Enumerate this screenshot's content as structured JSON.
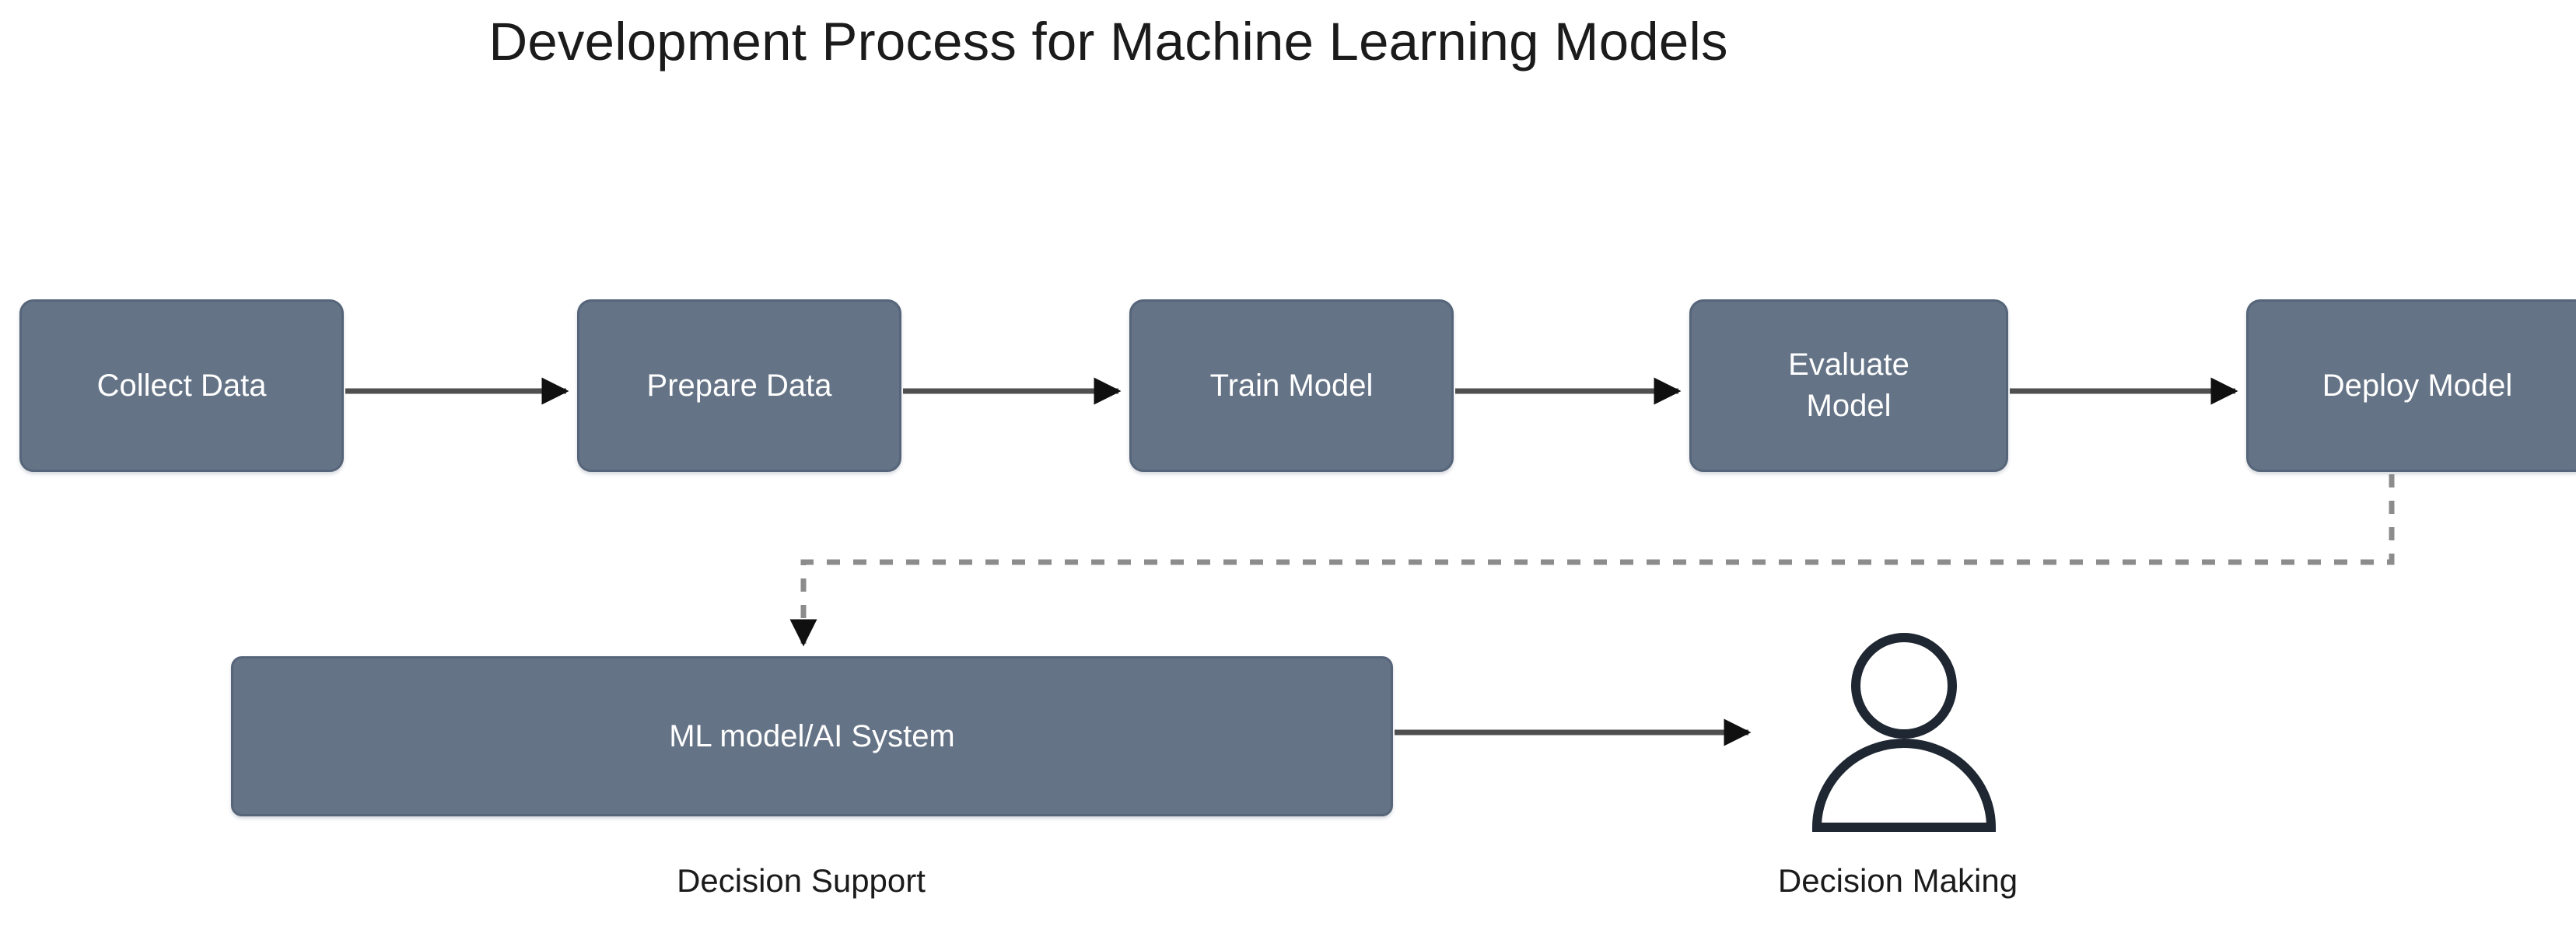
{
  "title": "Development Process for Machine Learning Models",
  "colors": {
    "node_fill": "#647386",
    "node_border": "#56657a",
    "node_text": "#ffffff",
    "background": "#ffffff",
    "title_text": "#1b1b1b",
    "solid_connector": "#4f4f4f",
    "dashed_connector": "#8c8c8c",
    "person_icon": "#1f2733",
    "caption_text": "#1b1b1b"
  },
  "pipeline": {
    "nodes": [
      {
        "id": "collect-data",
        "label": "Collect Data"
      },
      {
        "id": "prepare-data",
        "label": "Prepare Data"
      },
      {
        "id": "train-model",
        "label": "Train Model"
      },
      {
        "id": "evaluate-model",
        "label": "Evaluate\nModel"
      },
      {
        "id": "deploy-model",
        "label": "Deploy Model"
      }
    ]
  },
  "output": {
    "system_node": {
      "id": "ml-system",
      "label": "ML model/AI System"
    },
    "actor": {
      "id": "person",
      "icon": "person-icon",
      "caption": "Decision Making"
    },
    "system_caption": "Decision Support"
  },
  "connectors": [
    {
      "from": "collect-data",
      "to": "prepare-data",
      "style": "solid",
      "arrow": true
    },
    {
      "from": "prepare-data",
      "to": "train-model",
      "style": "solid",
      "arrow": true
    },
    {
      "from": "train-model",
      "to": "evaluate-model",
      "style": "solid",
      "arrow": true
    },
    {
      "from": "evaluate-model",
      "to": "deploy-model",
      "style": "solid",
      "arrow": true
    },
    {
      "from": "deploy-model",
      "to": "ml-system",
      "style": "dashed",
      "arrow": true
    },
    {
      "from": "ml-system",
      "to": "person",
      "style": "solid",
      "arrow": true
    }
  ]
}
